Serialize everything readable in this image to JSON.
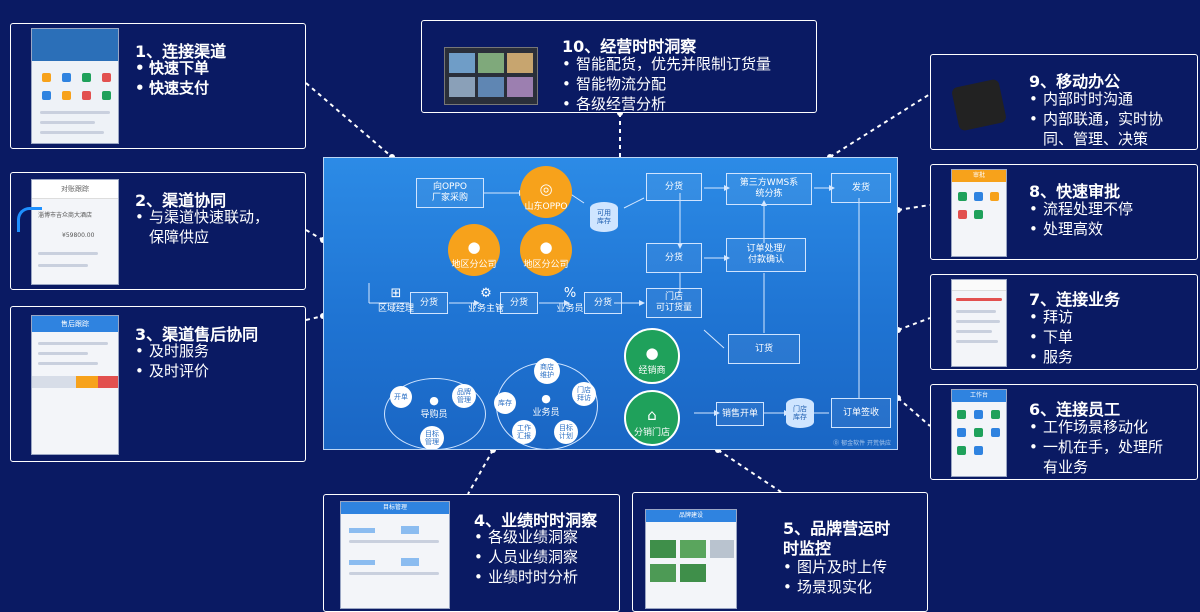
{
  "colors": {
    "background": "#0a1a63",
    "panel": "#2a86e4",
    "accent_orange": "#f7a21b",
    "accent_green": "#1fa15b"
  },
  "cards": {
    "c1": {
      "title": "1、连接渠道",
      "items": [
        "快速下单",
        "快速支付"
      ]
    },
    "c2": {
      "title": "2、渠道协同",
      "items": [
        "与渠道快速联动，",
        "保障供应"
      ]
    },
    "c3": {
      "title": "3、渠道售后协同",
      "items": [
        "及时服务",
        "及时评价"
      ]
    },
    "c4": {
      "title": "4、业绩时时洞察",
      "items": [
        "各级业绩洞察",
        "人员业绩洞察",
        "业绩时时分析"
      ]
    },
    "c5": {
      "title": "5、品牌营运时",
      "title2": "时监控",
      "items": [
        "图片及时上传",
        "场景现实化"
      ]
    },
    "c6": {
      "title": "6、连接员工",
      "items": [
        "工作场景移动化",
        "一机在手，处理所",
        "有业务"
      ]
    },
    "c7": {
      "title": "7、连接业务",
      "items": [
        "拜访",
        "下单",
        "服务"
      ]
    },
    "c8": {
      "title": "8、快速审批",
      "items": [
        "流程处理不停",
        "处理高效"
      ]
    },
    "c9": {
      "title": "9、移动办公",
      "items": [
        "内部时时沟通",
        "内部联通，实时协",
        "同、管理、决策"
      ]
    },
    "c10": {
      "title": "10、经营时时洞察",
      "items": [
        "智能配货，优先并限制订货量",
        "智能物流分配",
        "各级经营分析"
      ]
    }
  },
  "thumb_text": {
    "c2_header": "对账跟踪",
    "c2_line1": "淄博市吉众商大酒店",
    "c2_line2": "¥59800.00",
    "c3_header": "售后跟踪",
    "c4_header": "目标管理",
    "c5_header": "品牌建设",
    "c6_header": "工作台",
    "c8_header": "审批"
  },
  "flow": {
    "oppo_hq": "向OPPO\n厂家采购",
    "shandong": "山东OPPO",
    "stock": "可用\n库存",
    "fen1": "分货",
    "fen2": "分货",
    "wms": "第三方WMS系\n统分拣",
    "fahuo": "发货",
    "order_proc": "订单处理/\n付款确认",
    "branch1": "地区分公司",
    "branch2": "地区分公司",
    "fen_a": "分货",
    "fen_b": "分货",
    "fen_c": "分货",
    "store_qty": "门店\n可订货量",
    "region_mgr": "区域经理",
    "sales_sup": "业务主管",
    "salesman": "业务员",
    "dealer": "经销商",
    "dinghuo": "订货",
    "store": "分销门店",
    "sale_order": "销售开单",
    "store_stock": "门店\n库存",
    "receipt": "订单签收",
    "guide": "导购员",
    "g_open": "开单",
    "g_brand": "品牌\n管理",
    "g_goal": "目标\n管理",
    "agent": "业务员",
    "a_shop": "商店\n维护",
    "a_visit": "门店\n拜访",
    "a_stock": "库存",
    "a_report": "工作\n汇报",
    "a_plan": "目标\n计划",
    "fine_print": "⓪ 郁金软件 开荒供应"
  }
}
